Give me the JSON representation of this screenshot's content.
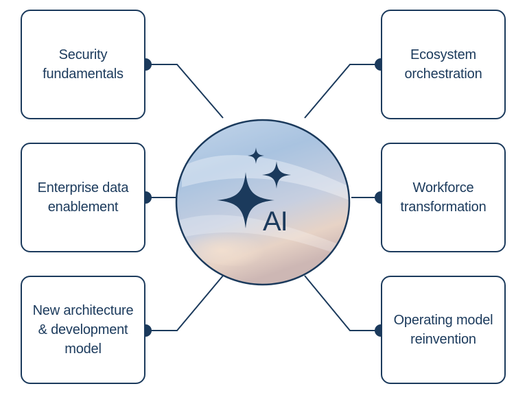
{
  "colors": {
    "navy": "#1b3a5c",
    "background": "#ffffff"
  },
  "center": {
    "label": "AI",
    "icon": "sparkles-icon"
  },
  "nodes": {
    "security": "Security\nfundamentals",
    "enterprise": "Enterprise data\nenablement",
    "architecture": "New architecture\n& development\nmodel",
    "ecosystem": "Ecosystem\norchestration",
    "workforce": "Workforce\ntransformation",
    "operating": "Operating model\nreinvention"
  }
}
